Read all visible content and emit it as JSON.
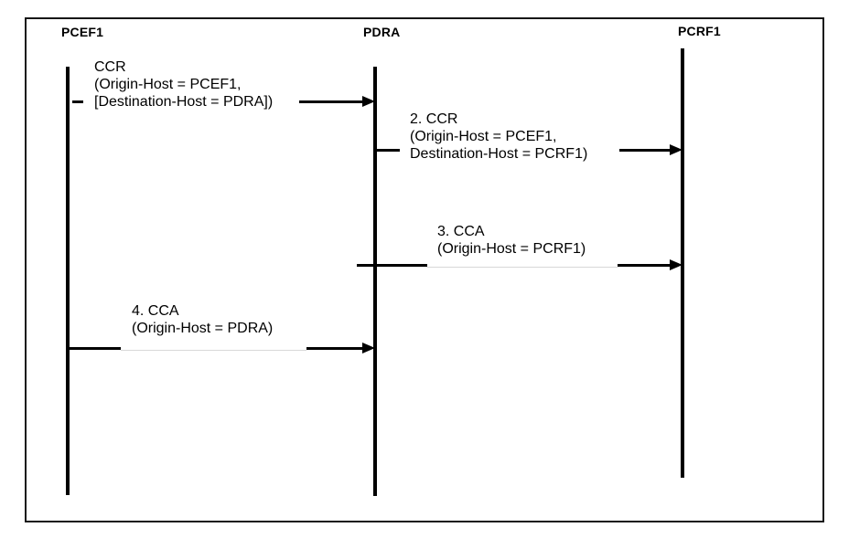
{
  "diagram": {
    "type": "sequence-diagram",
    "actors": [
      {
        "name": "PCEF1"
      },
      {
        "name": "PDRA"
      },
      {
        "name": "PCRF1"
      }
    ],
    "messages": [
      {
        "from": "PCEF1",
        "to": "PDRA",
        "lines": [
          "CCR",
          "(Origin-Host = PCEF1,",
          "[Destination-Host = PDRA])"
        ]
      },
      {
        "from": "PDRA",
        "to": "PCRF1",
        "lines": [
          "2. CCR",
          "(Origin-Host = PCEF1,",
          "Destination-Host = PCRF1)"
        ]
      },
      {
        "from": "PDRA",
        "to": "PCRF1",
        "lines": [
          "3. CCA",
          "(Origin-Host = PCRF1)"
        ]
      },
      {
        "from": "PCEF1",
        "to": "PDRA",
        "lines": [
          "4. CCA",
          "(Origin-Host = PDRA)"
        ]
      }
    ],
    "colors": {
      "line": "#000000",
      "faint_line": "#d8d8d8",
      "border": "#161616",
      "background": "#ffffff",
      "text": "#000000"
    }
  }
}
